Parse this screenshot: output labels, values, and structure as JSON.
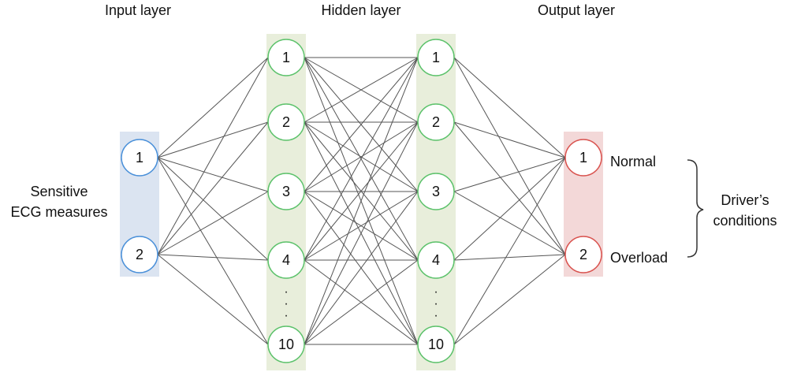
{
  "layer_titles": {
    "input": "Input layer",
    "hidden": "Hidden layer",
    "output": "Output layer"
  },
  "input_caption": [
    "Sensitive",
    "ECG measures"
  ],
  "output_caption": [
    "Driver’s",
    "conditions"
  ],
  "input_nodes": [
    "1",
    "2"
  ],
  "hidden1_nodes": [
    "1",
    "2",
    "3",
    "4",
    "10"
  ],
  "hidden2_nodes": [
    "1",
    "2",
    "3",
    "4",
    "10"
  ],
  "output_nodes": [
    "1",
    "2"
  ],
  "output_labels": [
    "Normal",
    "Overload"
  ],
  "ellipsis": "·",
  "colors": {
    "input_band": "#dbe4f1",
    "input_stroke": "#4a90d9",
    "hidden_band": "#e8eedb",
    "hidden_stroke": "#5cc26b",
    "output_band": "#f3d8d8",
    "output_stroke": "#d9534f",
    "edge": "#555555",
    "node_fill": "#ffffff"
  }
}
